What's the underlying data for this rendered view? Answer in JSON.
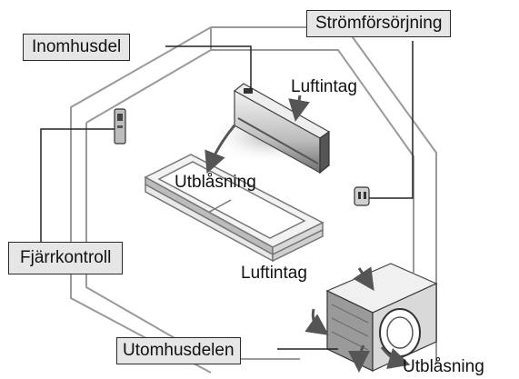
{
  "labels": {
    "indoor_unit": "Inomhusdel",
    "power_supply": "Strömförsörjning",
    "remote_control": "Fjärrkontroll",
    "outdoor_unit": "Utomhusdelen",
    "air_intake_indoor": "Luftintag",
    "air_outlet_indoor": "Utblåsning",
    "air_intake_outdoor": "Luftintag",
    "air_outlet_outdoor": "Utblåsning"
  }
}
